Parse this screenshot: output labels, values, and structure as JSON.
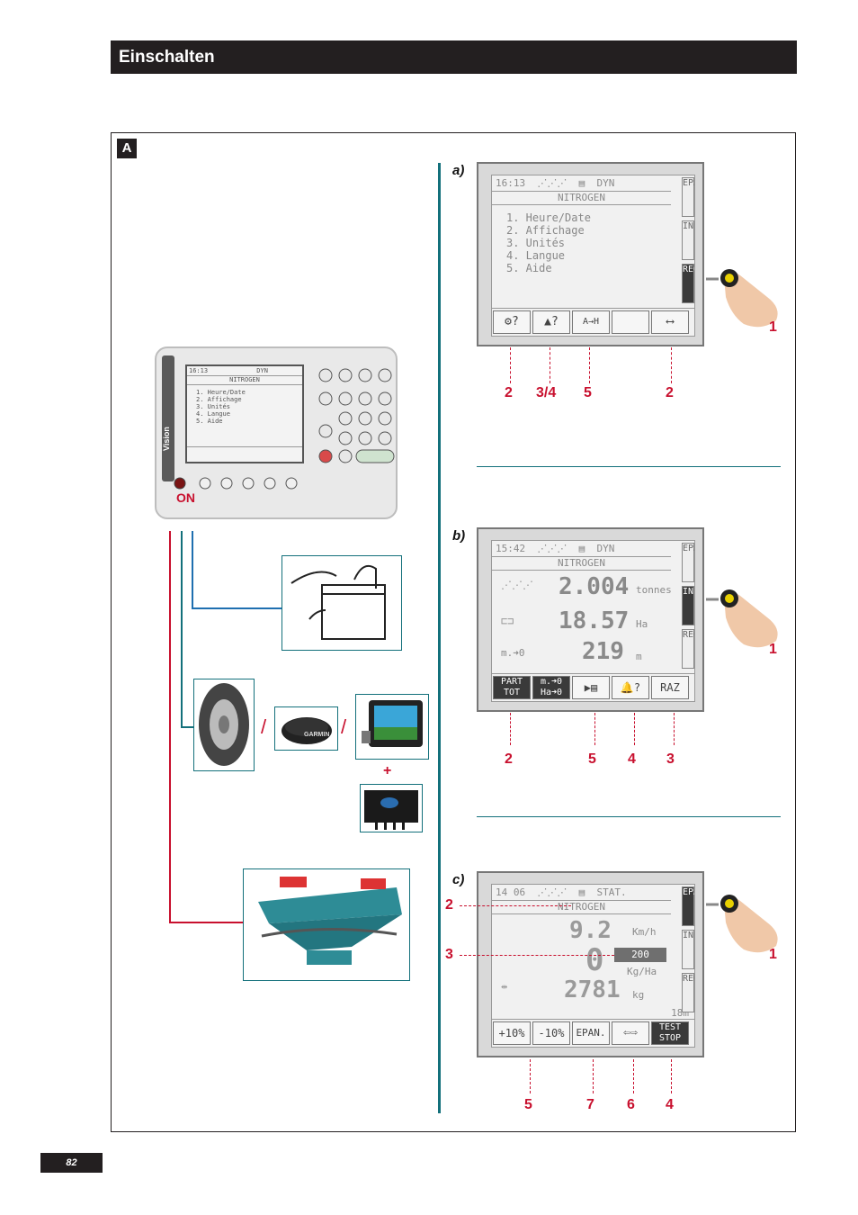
{
  "header": {
    "title": "Einschalten"
  },
  "section_tag": "A",
  "page_number": "82",
  "device": {
    "brand": "Vision",
    "on_label": "ON",
    "screen_time": "16:13",
    "screen_mode": "DYN",
    "screen_title": "NITROGEN",
    "menu": [
      "1. Heure/Date",
      "2. Affichage",
      "3. Unités",
      "4. Langue",
      "5. Aide"
    ]
  },
  "panels": {
    "a": {
      "label": "a)",
      "time": "16:13",
      "mode": "DYN",
      "title": "NITROGEN",
      "menu": [
        "1. Heure/Date",
        "2. Affichage",
        "3. Unités",
        "4. Langue",
        "5. Aide"
      ],
      "side_tabs": [
        "EPAN",
        "INFO",
        "REG"
      ],
      "active_tab": "REG",
      "fkeys": [
        "⚙?",
        "▲?",
        "A→H",
        "",
        "⟷"
      ],
      "callouts": [
        "2",
        "3/4",
        "5",
        "2"
      ],
      "finger_number": "1"
    },
    "b": {
      "label": "b)",
      "time": "15:42",
      "mode": "DYN",
      "title": "NITROGEN",
      "rows": [
        {
          "value": "2.004",
          "unit": "tonnes"
        },
        {
          "value": "18.57",
          "unit": "Ha"
        },
        {
          "value": "219",
          "unit": "m",
          "prefix": "m.➜0"
        }
      ],
      "side_tabs": [
        "EPAN",
        "INFO",
        "REG"
      ],
      "active_tab": "INFO",
      "fkeys": [
        "PART TOT",
        "m.➜0 Ha➜0",
        "▶▤",
        "🔔?",
        "RAZ"
      ],
      "callouts": [
        "2",
        "5",
        "4",
        "3"
      ],
      "finger_number": "1"
    },
    "c": {
      "label": "c)",
      "time": "14 06",
      "mode": "STAT.",
      "title": "NITROGEN",
      "speed": "9.2",
      "speed_unit": "Km/h",
      "rate_big": "0",
      "rate_set": "200",
      "rate_unit": "Kg/Ha",
      "total": "2781",
      "total_unit": "kg",
      "width": "18m",
      "side_tabs": [
        "EPAN",
        "INFO",
        "REG"
      ],
      "active_tab": "EPAN",
      "fkeys": [
        "+10%",
        "-10%",
        "EPAN.",
        "⇦⇨",
        "TEST STOP"
      ],
      "left_callouts": [
        "2",
        "3"
      ],
      "callouts": [
        "5",
        "7",
        "6",
        "4"
      ],
      "finger_number": "1"
    }
  },
  "accessories": {
    "gps_brand": "GARMIN",
    "plus": "+",
    "slash": "/"
  }
}
